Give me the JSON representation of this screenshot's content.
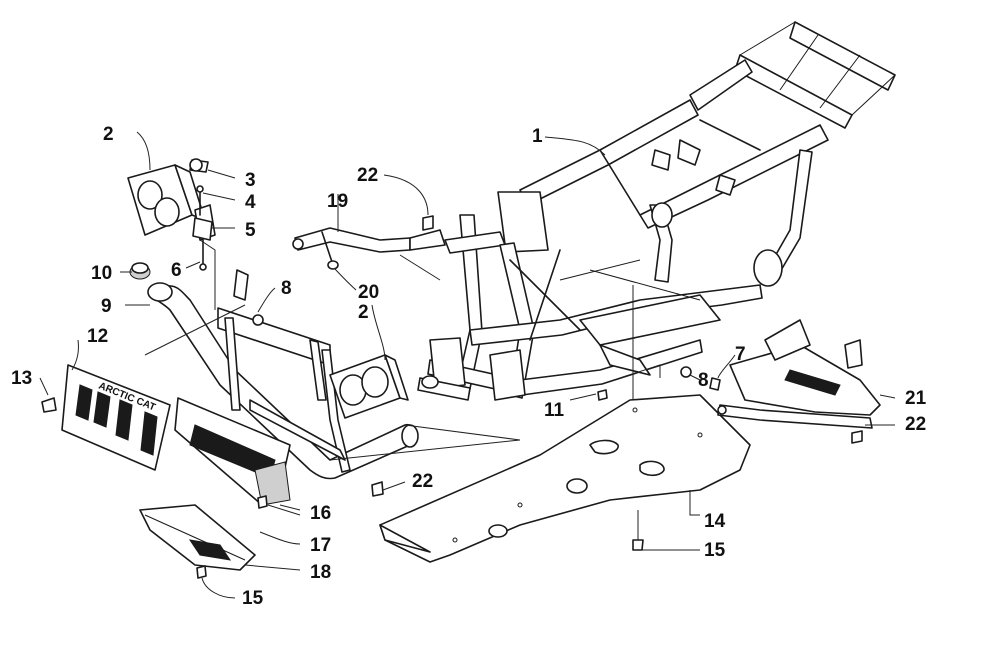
{
  "callouts": [
    {
      "id": "c1",
      "label": "1"
    },
    {
      "id": "c2a",
      "label": "2"
    },
    {
      "id": "c2b",
      "label": "2"
    },
    {
      "id": "c3",
      "label": "3"
    },
    {
      "id": "c4",
      "label": "4"
    },
    {
      "id": "c5",
      "label": "5"
    },
    {
      "id": "c6",
      "label": "6"
    },
    {
      "id": "c7",
      "label": "7"
    },
    {
      "id": "c8a",
      "label": "8"
    },
    {
      "id": "c8b",
      "label": "8"
    },
    {
      "id": "c9",
      "label": "9"
    },
    {
      "id": "c10",
      "label": "10"
    },
    {
      "id": "c11",
      "label": "11"
    },
    {
      "id": "c12",
      "label": "12"
    },
    {
      "id": "c13",
      "label": "13"
    },
    {
      "id": "c14",
      "label": "14"
    },
    {
      "id": "c15a",
      "label": "15"
    },
    {
      "id": "c15b",
      "label": "15"
    },
    {
      "id": "c16",
      "label": "16"
    },
    {
      "id": "c17",
      "label": "17"
    },
    {
      "id": "c18",
      "label": "18"
    },
    {
      "id": "c19",
      "label": "19"
    },
    {
      "id": "c20",
      "label": "20"
    },
    {
      "id": "c21",
      "label": "21"
    },
    {
      "id": "c22a",
      "label": "22"
    },
    {
      "id": "c22b",
      "label": "22"
    },
    {
      "id": "c22c",
      "label": "22"
    }
  ],
  "panel_logo_text": "ARCTIC CAT",
  "colors": {
    "ink": "#1a1a1a",
    "background": "#ffffff",
    "shade": "#cfcfcf"
  }
}
